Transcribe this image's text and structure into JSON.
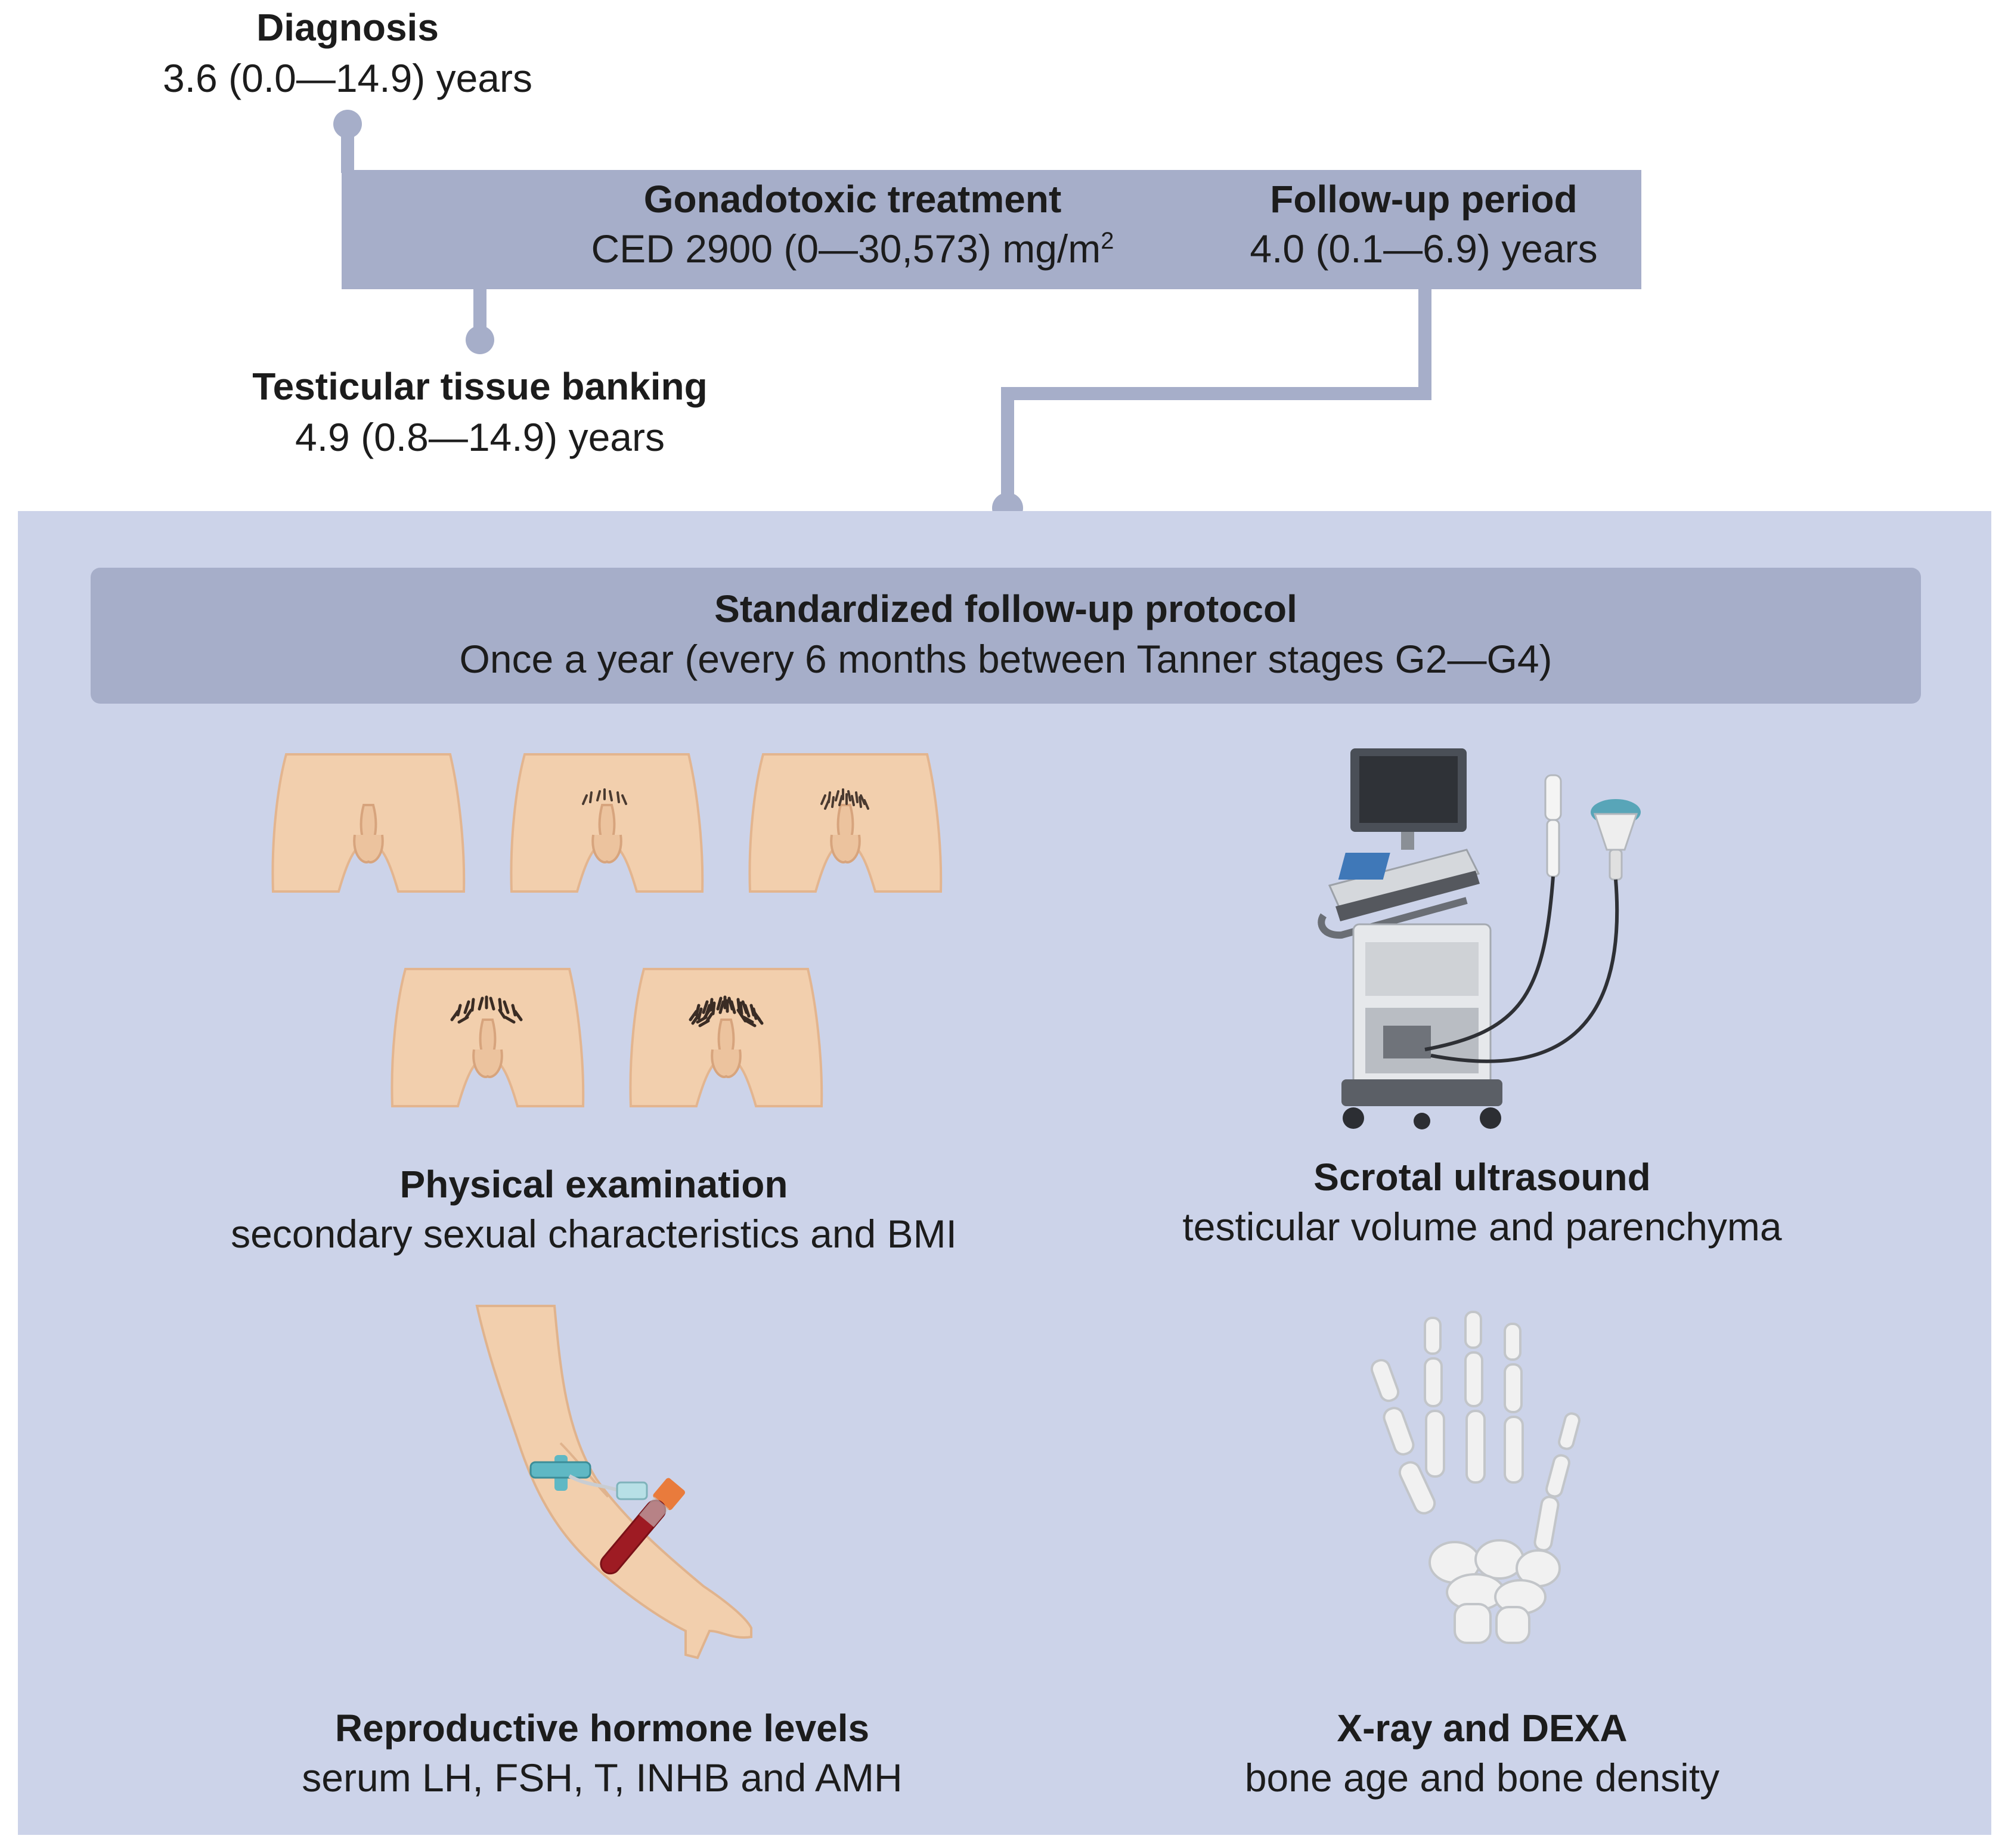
{
  "timeline": {
    "diagnosis": {
      "title": "Diagnosis",
      "value": "3.6 (0.0—14.9) years"
    },
    "treatment": {
      "title": "Gonadotoxic treatment",
      "value": "CED 2900 (0—30,573) mg/m",
      "sup": "2"
    },
    "followup": {
      "title": "Follow-up period",
      "value": "4.0 (0.1—6.9) years"
    },
    "banking": {
      "title": "Testicular tissue banking",
      "value": "4.9 (0.8—14.9) years"
    }
  },
  "protocol": {
    "title": "Standardized follow-up protocol",
    "subtitle": "Once a year (every 6 months between Tanner stages G2—G4)"
  },
  "panels": {
    "physical": {
      "title": "Physical examination",
      "desc": "secondary sexual characteristics and BMI",
      "icon": "tanner-stages-icon"
    },
    "ultrasound": {
      "title": "Scrotal ultrasound",
      "desc": "testicular volume and parenchyma",
      "icon": "ultrasound-machine-icon"
    },
    "hormones": {
      "title": "Reproductive hormone levels",
      "desc": "serum LH, FSH, T, INHB and AMH",
      "icon": "blood-draw-icon"
    },
    "xray": {
      "title": "X-ray and DEXA",
      "desc": "bone age and bone density",
      "icon": "hand-skeleton-icon"
    }
  },
  "colors": {
    "bar": "#a6aec9",
    "panel": "#ccd3e9",
    "banner": "#a6aec9",
    "connector": "#a6aec9",
    "skin": "#f2cfad"
  }
}
